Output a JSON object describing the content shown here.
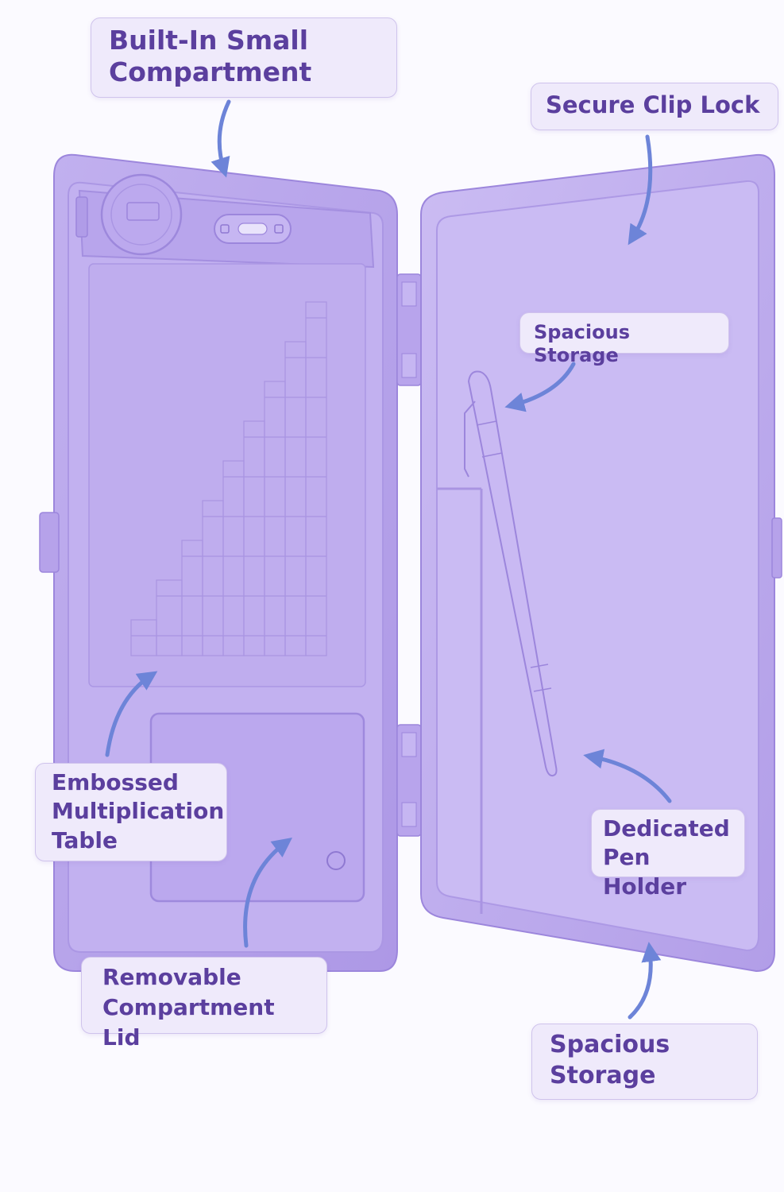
{
  "labels": {
    "built_in": [
      "Built-In Small",
      "Compartment"
    ],
    "clip_lock": [
      "Secure Clip Lock"
    ],
    "spacious_top": [
      "Spacious Storage"
    ],
    "embossed": [
      "Embossed",
      "Multiplication",
      "Table"
    ],
    "pen_holder": [
      "Dedicated",
      "Pen Holder"
    ],
    "removable_lid": [
      "Removable",
      "Compartment Lid"
    ],
    "spacious_bottom": [
      "Spacious",
      "Storage"
    ]
  },
  "colors": {
    "case_body": "#b7a4ec",
    "case_inner": "#c7b8f2",
    "case_edge": "#a792e2",
    "label_bg": "#efeafb",
    "label_text": "#5b3f9e",
    "arrow": "#6d84d8"
  }
}
